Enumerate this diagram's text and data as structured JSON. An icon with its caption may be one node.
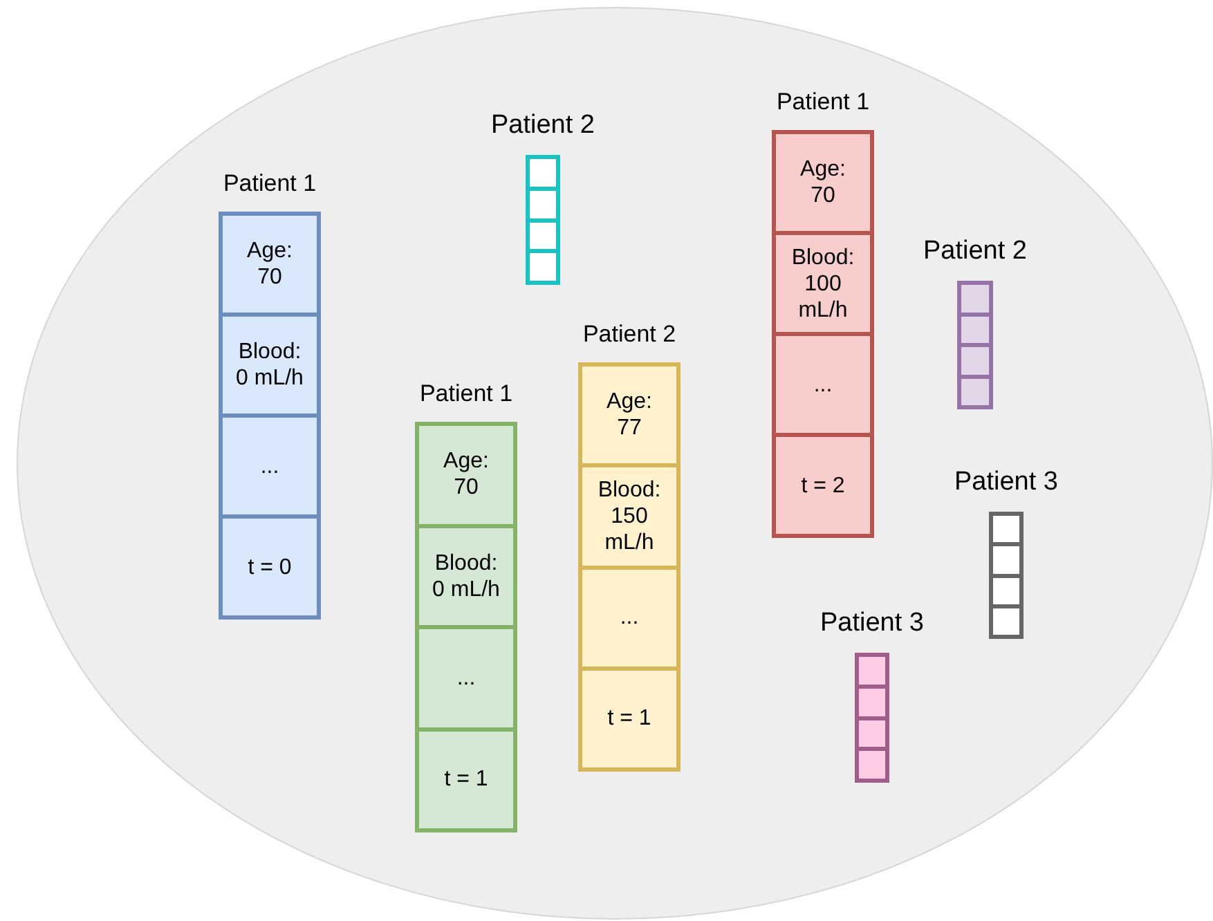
{
  "diagram": {
    "nodes": [
      {
        "text": [],
        "shape": "ellipse"
      },
      {
        "text": [
          "Patient 1"
        ],
        "in": 0
      },
      {
        "text": [
          "Age: 70"
        ],
        "in": 1
      },
      {
        "text": [
          "Blood: 0 mL/h"
        ],
        "in": 1
      },
      {
        "text": [
          "..."
        ],
        "in": 1
      },
      {
        "text": [
          "t = 0"
        ],
        "in": 1
      },
      {
        "text": [
          "Patient 2"
        ],
        "in": 0
      },
      {
        "text": [],
        "shape": "box",
        "in": 6
      },
      {
        "text": [],
        "shape": "box",
        "in": 6
      },
      {
        "text": [],
        "shape": "box",
        "in": 6
      },
      {
        "text": [],
        "shape": "box",
        "in": 6
      },
      {
        "text": [
          "Patient 1"
        ],
        "in": 0
      },
      {
        "text": [
          "Age: 70"
        ],
        "in": 11
      },
      {
        "text": [
          "Blood: 0 mL/h"
        ],
        "in": 11
      },
      {
        "text": [
          "..."
        ],
        "in": 11
      },
      {
        "text": [
          "t = 1"
        ],
        "in": 11
      },
      {
        "text": [
          "Patient 2"
        ],
        "in": 0
      },
      {
        "text": [
          "Age: 77"
        ],
        "in": 16
      },
      {
        "text": [
          "Blood: 150 mL/h"
        ],
        "in": 16
      },
      {
        "text": [
          "..."
        ],
        "in": 16
      },
      {
        "text": [
          "t = 1"
        ],
        "in": 16
      },
      {
        "text": [
          "Patient 1"
        ],
        "in": 0
      },
      {
        "text": [
          "Age: 70"
        ],
        "in": 21
      },
      {
        "text": [
          "Blood: 100 mL/h"
        ],
        "in": 21
      },
      {
        "text": [
          "..."
        ],
        "in": 21
      },
      {
        "text": [
          "t = 2"
        ],
        "in": 21
      },
      {
        "text": [
          "Patient 2"
        ],
        "in": 0
      },
      {
        "text": [],
        "shape": "box",
        "in": 26
      },
      {
        "text": [],
        "shape": "box",
        "in": 26
      },
      {
        "text": [],
        "shape": "box",
        "in": 26
      },
      {
        "text": [],
        "shape": "box",
        "in": 26
      },
      {
        "text": [
          "Patient 3"
        ],
        "in": 0
      },
      {
        "text": [],
        "shape": "box",
        "in": 31
      },
      {
        "text": [],
        "shape": "box",
        "in": 31
      },
      {
        "text": [],
        "shape": "box",
        "in": 31
      },
      {
        "text": [],
        "shape": "box",
        "in": 31
      },
      {
        "text": [
          "Patient 3"
        ],
        "in": 0
      },
      {
        "text": [],
        "shape": "box",
        "in": 36
      },
      {
        "text": [],
        "shape": "box",
        "in": 36
      },
      {
        "text": [],
        "shape": "box",
        "in": 36
      },
      {
        "text": [],
        "shape": "box",
        "in": 36
      }
    ]
  }
}
